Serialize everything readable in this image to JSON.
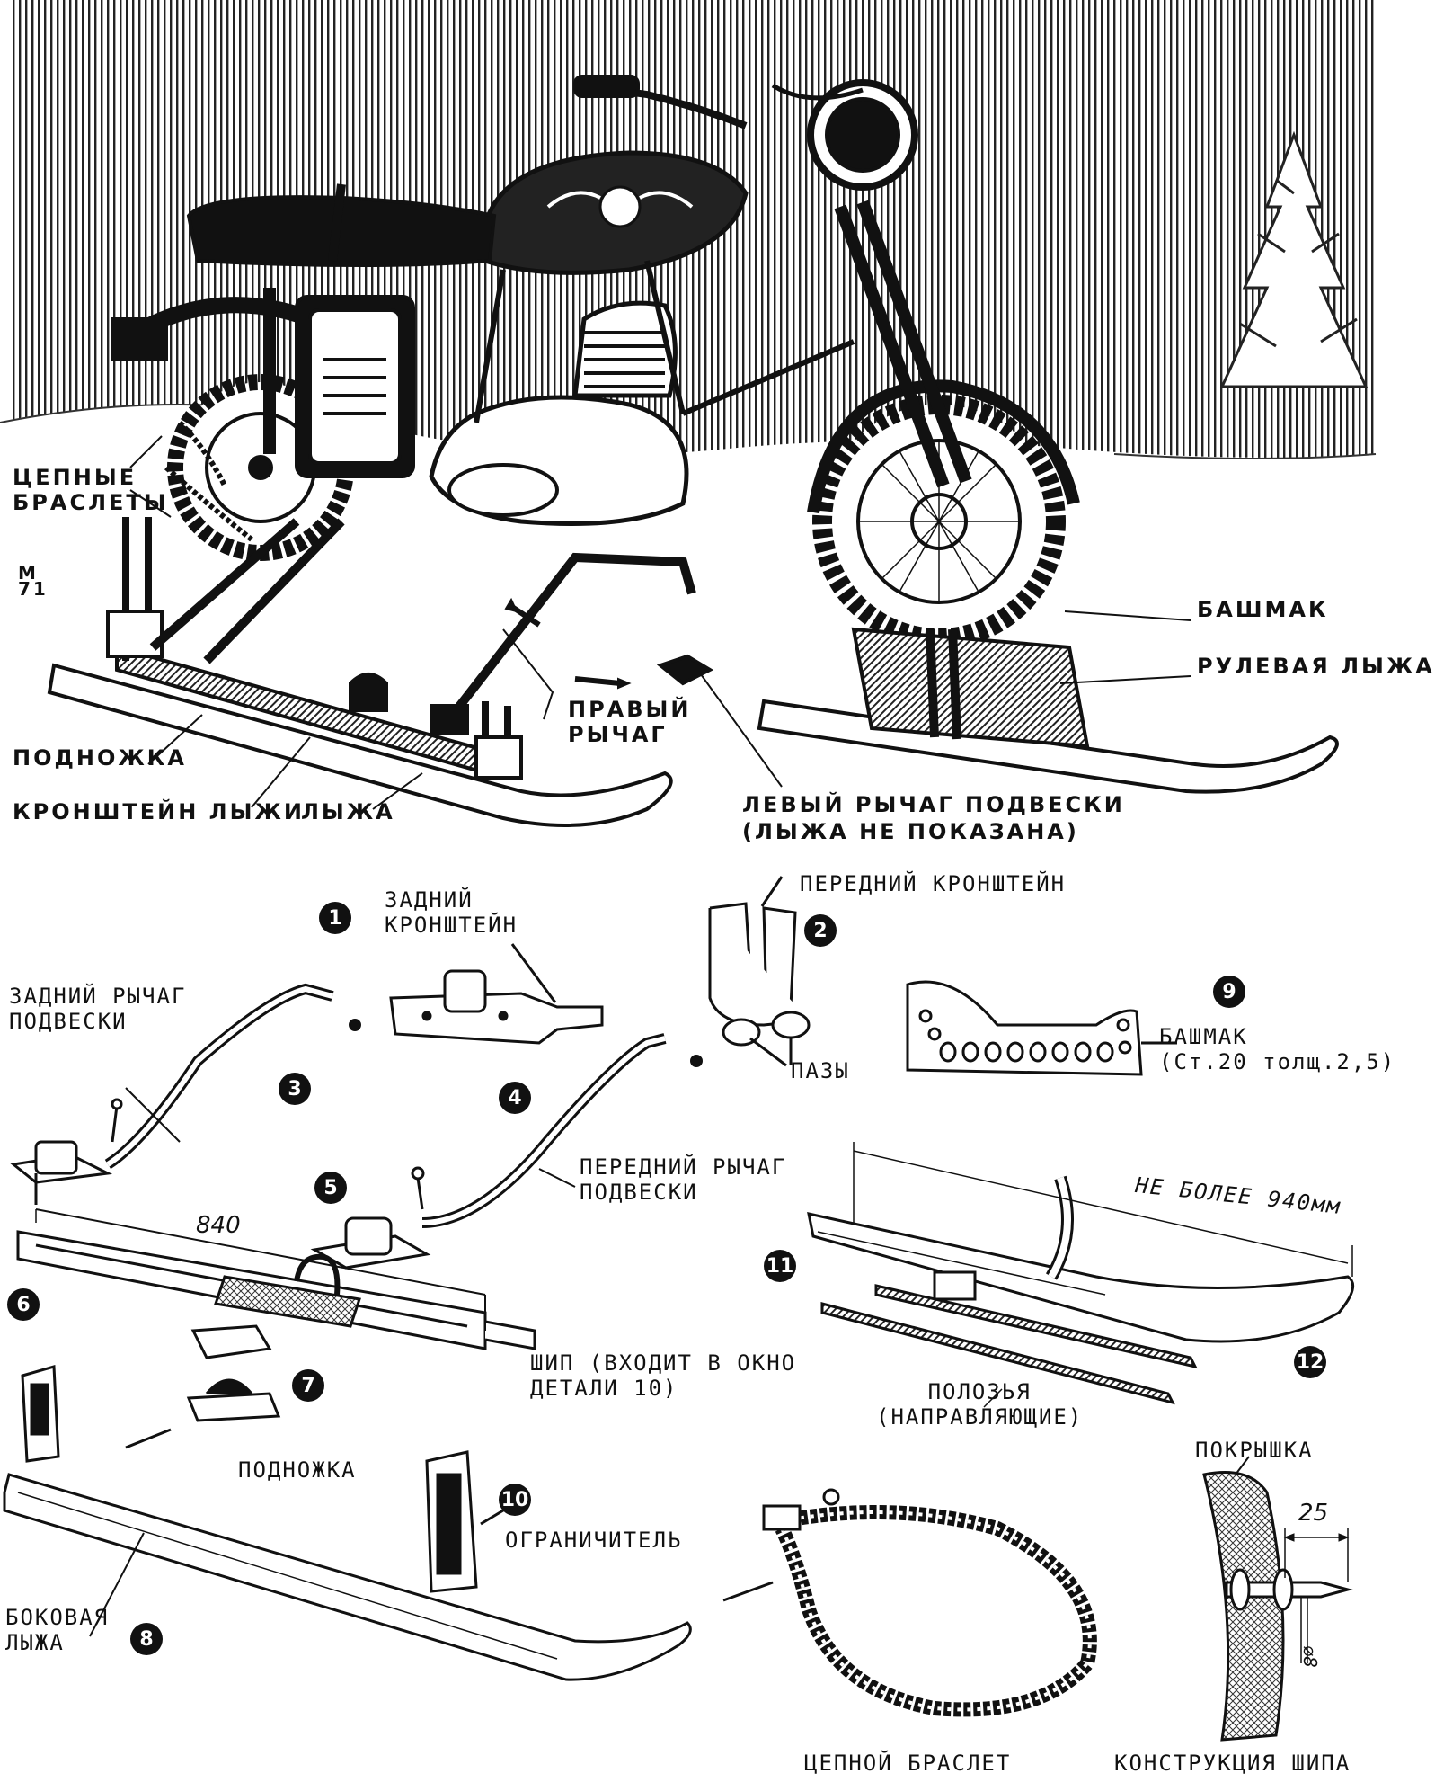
{
  "scene_labels": {
    "chain_bracelets": "ЦЕПНЫЕ\nБРАСЛЕТЫ",
    "shoe": "БАШМАК",
    "steering_ski": "РУЛЕВАЯ ЛЫЖА",
    "right_lever": "ПРАВЫЙ\nРЫЧАГ",
    "footrest": "ПОДНОЖКА",
    "ski_bracket": "КРОНШТЕЙН ЛЫЖИ",
    "ski": "ЛЫЖА",
    "left_lever": "ЛЕВЫЙ РЫЧАГ ПОДВЕСКИ\n(ЛЫЖА НЕ ПОКАЗАНА)",
    "signature": "М\n71"
  },
  "parts": {
    "p1": {
      "number": "1",
      "label": "ЗАДНИЙ\nКРОНШТЕЙН"
    },
    "p2": {
      "number": "2",
      "label": "ПЕРЕДНИЙ КРОНШТЕЙН"
    },
    "p2_slots": "ПАЗЫ",
    "p3": {
      "number": "3",
      "label": "ЗАДНИЙ РЫЧАГ\nПОДВЕСКИ"
    },
    "p4": {
      "number": "4",
      "label": "ПЕРЕДНИЙ РЫЧАГ\nПОДВЕСКИ"
    },
    "p5": {
      "number": "5"
    },
    "p6": {
      "number": "6",
      "dimension": "840",
      "tenon": "ШИП (ВХОДИТ В ОКНО\nДЕТАЛИ 10)",
      "label": "ПОДНОЖКА"
    },
    "p7": {
      "number": "7"
    },
    "p8": {
      "number": "8",
      "label": "БОКОВАЯ\nЛЫЖА"
    },
    "p9": {
      "number": "9",
      "label": "БАШМАК\n(Ст.20 толщ.2,5)"
    },
    "p10": {
      "number": "10",
      "label": "ОГРАНИЧИТЕЛЬ"
    },
    "p11": {
      "number": "11",
      "runners": "ПОЛОЗЬЯ\n(НАПРАВЛЯЮЩИЕ)"
    },
    "p12": {
      "number": "12",
      "dimension": "НЕ БОЛЕЕ 940мм"
    },
    "chain": "ЦЕПНОЙ БРАСЛЕТ",
    "spike_title": "КОНСТРУКЦИЯ ШИПА",
    "tire": "ПОКРЫШКА",
    "spike_len": "25",
    "spike_dia": "⌀8"
  }
}
